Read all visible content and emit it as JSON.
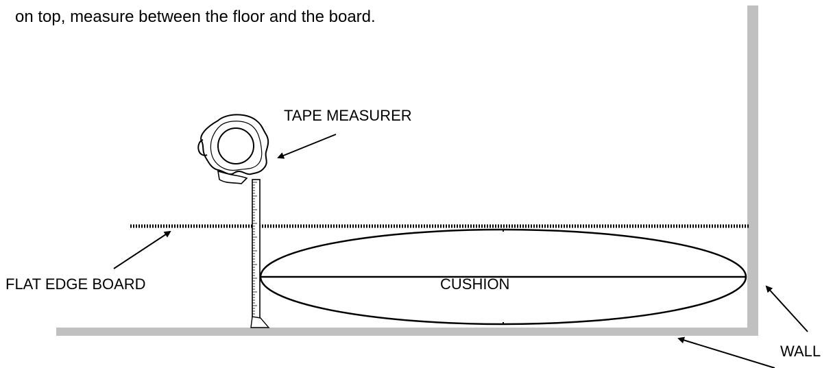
{
  "caption": "on top, measure between the floor and the board.",
  "labels": {
    "tape_measurer": "TAPE MEASURER",
    "flat_edge_board": "FLAT EDGE BOARD",
    "cushion": "CUSHION",
    "wall": "WALL"
  },
  "colors": {
    "ink": "#000000",
    "surface": "#c0c0c0",
    "background": "#ffffff"
  },
  "icons": {
    "tape_measure": "tape-measure-icon"
  }
}
